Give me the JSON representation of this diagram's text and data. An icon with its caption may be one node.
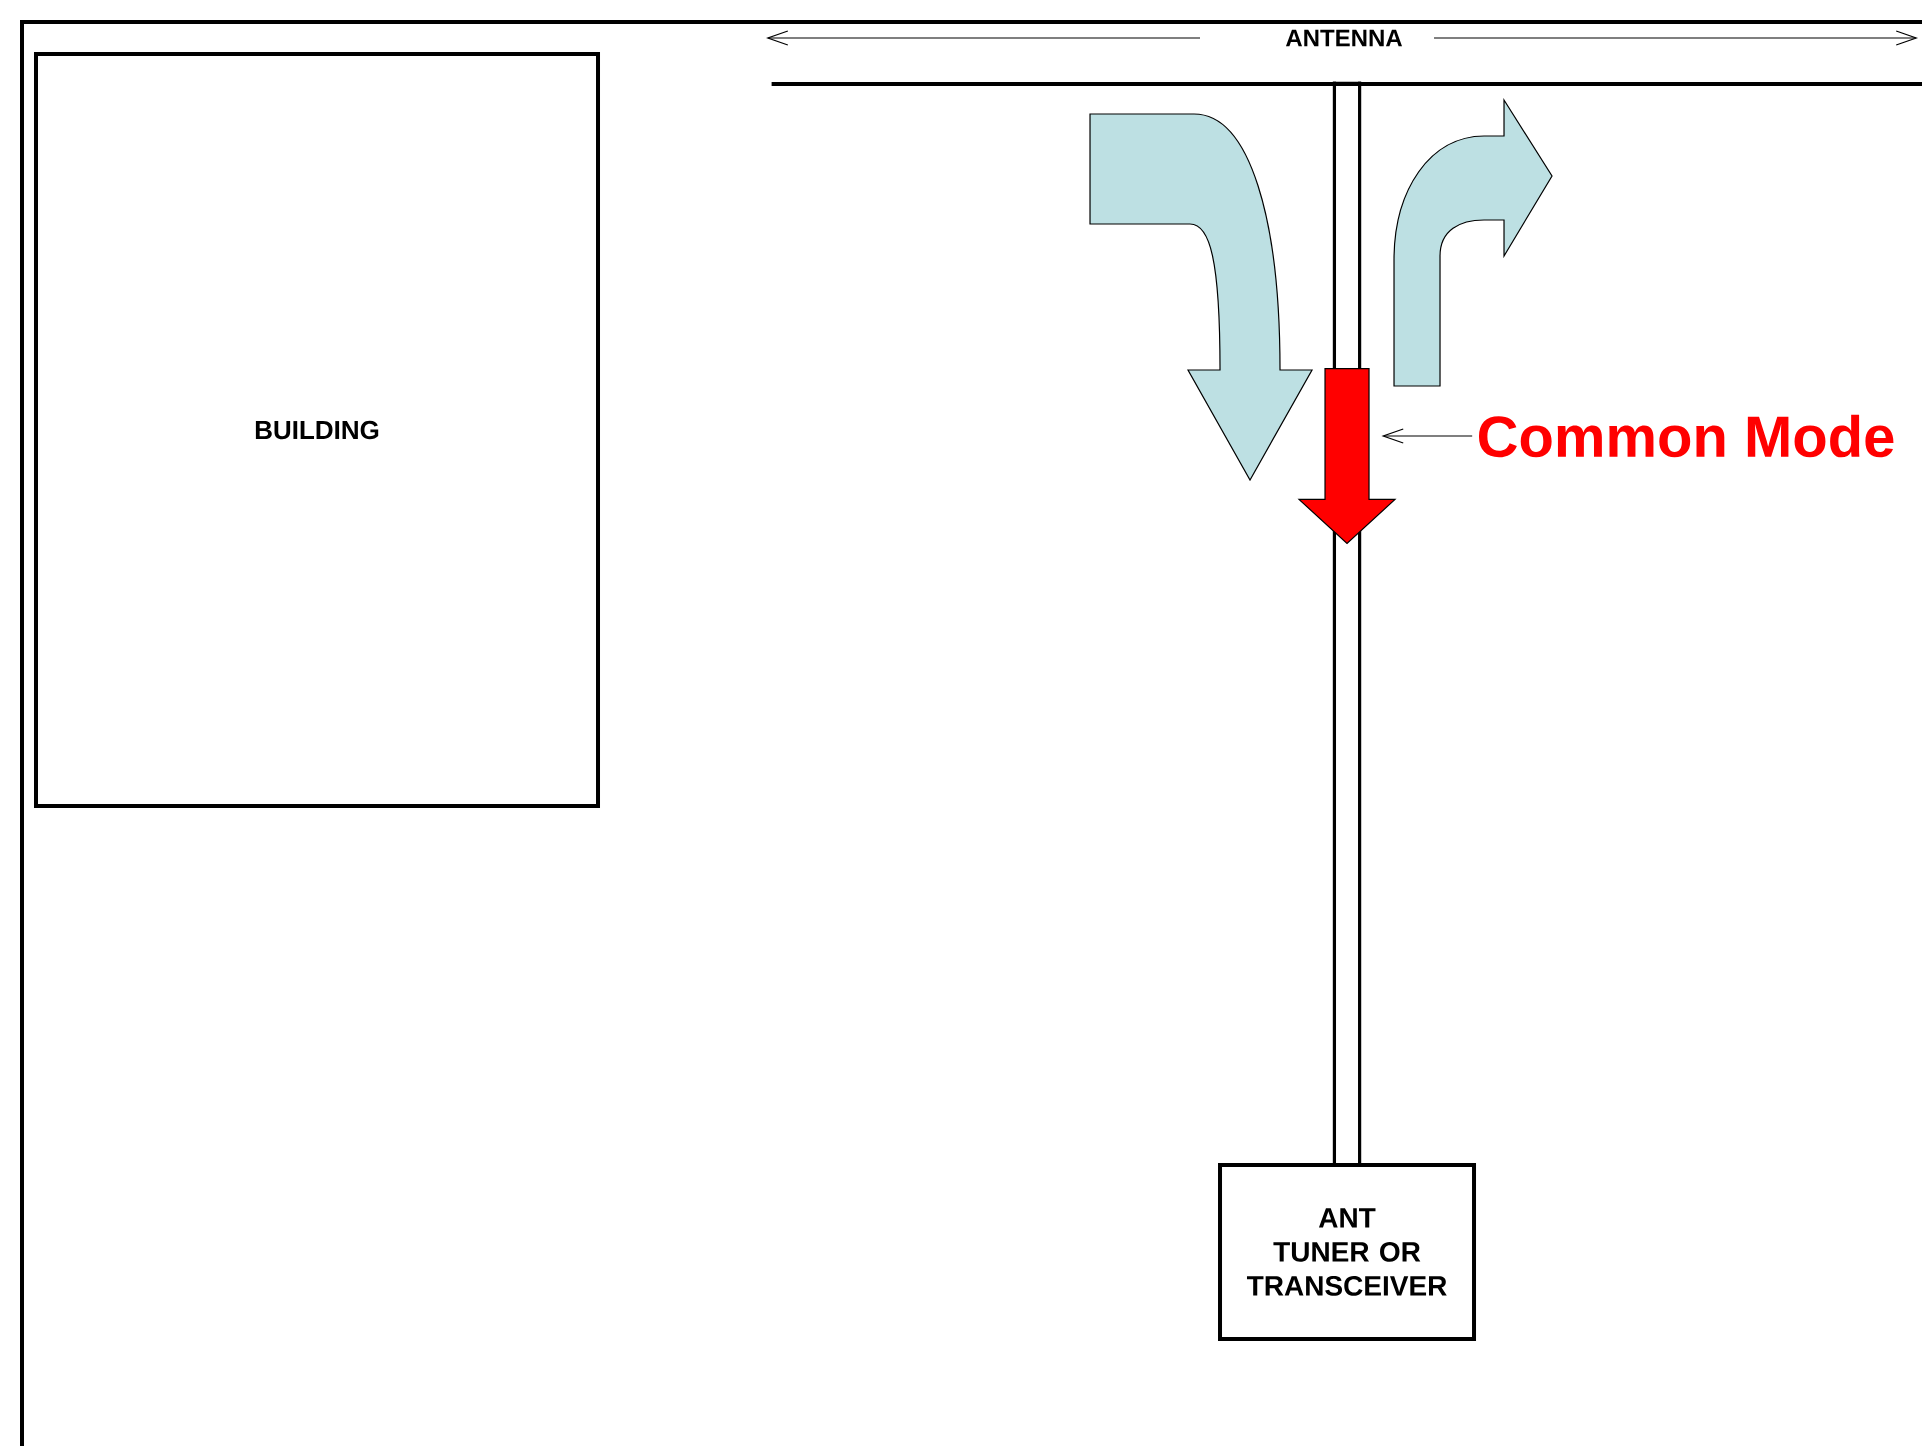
{
  "diagram": {
    "nodes": [
      {
        "text": [
          "BUILDING"
        ]
      },
      {
        "text": [
          "ANT TUNER OR TRANSCEIVER"
        ]
      },
      {
        "text": [],
        "shape": "bar"
      },
      {
        "text": [
          "Common Mode"
        ]
      },
      {
        "text": [],
        "shape": "arrow"
      }
    ],
    "edges": [
      {
        "from": 2,
        "to": 4,
        "arrow": "none"
      },
      {
        "from": 4,
        "to": 1,
        "arrow": "none"
      },
      {
        "from": 3,
        "to": 4,
        "arrow": "to"
      }
    ],
    "labels": [
      "ANTENNA"
    ]
  }
}
